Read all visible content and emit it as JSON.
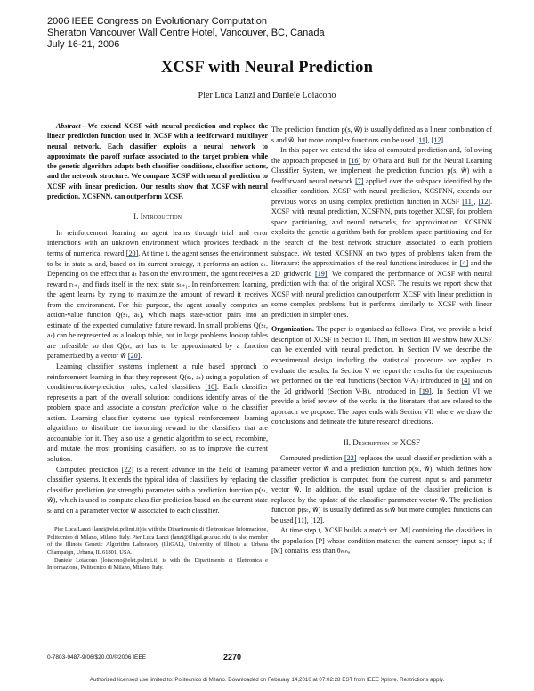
{
  "header": {
    "conference": "2006 IEEE Congress on Evolutionary Computation",
    "venue": "Sheraton Vancouver Wall Centre Hotel, Vancouver, BC, Canada",
    "dates": "July 16-21, 2006"
  },
  "paper": {
    "title": "XCSF with Neural Prediction",
    "authors": "Pier Luca Lanzi and Daniele Loiacono"
  },
  "abstract": {
    "label": "Abstract",
    "text": "—We extend XCSF with neural prediction and replace the linear prediction function used in XCSF with a feedforward multilayer neural network. Each classifier exploits a neural network to approximate the payoff surface associated to the target problem while the genetic algorithm adapts both classifier conditions, classifier actions, and the network structure. We compare XCSF with neural prediction to XCSF with linear prediction. Our results show that XCSF with neural prediction, XCSFNN, can outperform XCSF."
  },
  "sections": {
    "intro_heading": "I. Introduction",
    "desc_heading": "II. Description of XCSF"
  },
  "left": {
    "p1a": "In reinforcement learning an agent learns through trial and error interactions with an unknown environment which provides feedback in terms of numerical reward ",
    "p1_cite1": "[20]",
    "p1b": ". At time t, the agent senses the environment to be in state sₜ and, based on its current strategy, it performs an action aₜ. Depending on the effect that aₜ has on the environment, the agent receives a reward rₜ₊₁ and finds itself in the next state sₜ₊₁. In reinforcement learning, the agent learns by trying to maximize the amount of reward it receives from the environment. For this purpose, the agent usually computes an action-value function Q(sₜ, aₜ), which maps state-action pairs into an estimate of the expected cumulative future reward. In small problems Q(sₜ, aₜ) can be represented as a lookup table, but in large problems lookup tables are infeasible so that Q(sₜ, aₜ) has to be approximated by a function parametrized by a vector w⃗ ",
    "p1_cite2": "[20]",
    "p1c": ".",
    "p2a": "Learning classifier systems implement a rule based approach to reinforcement learning in that they represent Q(sₜ, aₜ) using a population of condition-action-prediction rules, called classifiers ",
    "p2_cite": "[10]",
    "p2b": ". Each classifier represents a part of the overall solution: conditions identify areas of the problem space and associate a ",
    "p2_em": "constant prediction",
    "p2c": " value to the classifier action. Learning classifier systems use typical reinforcement learning algorithms to distribute the incoming reward to the classifiers that are accountable for it. They also use a genetic algorithm to select, recombine, and mutate the most promising classifiers, so as to improve the current solution.",
    "p3a": "Computed prediction ",
    "p3_cite": "[22]",
    "p3b": " is a recent advance in the field of learning classifier systems. It extends the typical idea of classifiers by replacing the classifier prediction (or strength) parameter with a prediction function p(sₜ, w⃗), which is used to compute classifier prediction based on the current state sₜ and on a parameter vector w⃗ associated to each classifier.",
    "foot1": "Pier Luca Lanzi (lanzi@elet.polimi.it) is with the Dipartimento di Elettronica e Informazione, Politecnico di Milano, Milano, Italy. Pier Luca Lanzi (lanzi@illigal.ge.uiuc.edu) is also member of the Illinois Genetic Algorithm Laboratory (IlliGAL), University of Illinois at Urbana Champaign, Urbana, IL 61801, USA.",
    "foot2": "Daniele Loiacono (loiacono@elet.polimi.it) is with the Dipartimento di Elettronica e Informazione, Politecnico di Milano, Milano, Italy."
  },
  "right": {
    "p1a": "The prediction function p(s, w⃗) is usually defined as a linear combination of s and w⃗, but more complex functions can be used ",
    "p1_cite1": "[11]",
    "p1_sep": ", ",
    "p1_cite2": "[12]",
    "p1b": ".",
    "p2a": "In this paper we extend the idea of computed prediction and, following the approach proposed in ",
    "p2_cite1": "[16]",
    "p2b": " by O'hara and Bull for the Neural Learning Classifier System, we implement the prediction function p(s, w⃗) with a feedforward neural network ",
    "p2_cite2": "[7]",
    "p2c": " applied over the subspace identified by the classifier condition. XCSF with neural prediction, XCSFNN, extends our previous works on using complex prediction function in XCSF ",
    "p2_cite3": "[11]",
    "p2_sep": ", ",
    "p2_cite4": "[12]",
    "p2d": ". XCSF with neural prediction, XCSFNN, puts together XCSF, for problem space partitioning, and neural networks, for approximation. XCSFNN exploits the genetic algorithm both for problem space partitioning and for the search of the best network structure associated to each problem subspace. We tested XCSFNN on two types of problems taken from the literature: the approximation of the real functions introduced in ",
    "p2_cite5": "[4]",
    "p2e": " and the 2D gridworld ",
    "p2_cite6": "[19]",
    "p2f": ". We compared the performance of XCSF with neural prediction with that of the original XCSF. The results we report show that XCSF with neural prediction can outperform XCSF with linear prediction in some complex problems but it performs similarly to XCSF with linear prediction in simpler ones.",
    "org_label": "Organization.",
    "org_a": " The paper is organized as follows. First, we provide a brief description of XCSF in Section II. Then, in Section III we show how XCSF can be extended with neural prediction. In Section IV we describe the experimental design including the statistical procedure we applied to evaluate the results. In Section V we report the results for the experiments we performed on the real functions (Section V-A) introduced in ",
    "org_cite1": "[4]",
    "org_b": " and on the 2d gridworld (Section V-B), introduced in ",
    "org_cite2": "[19]",
    "org_c": ". In Section VI we provide a brief review of the works in the literature that are related to the approach we propose. The paper ends with Section VII where we draw the conclusions and delineate the future research directions.",
    "d1a": "Computed prediction ",
    "d1_cite": "[22]",
    "d1b": " replaces the usual classifier prediction with a parameter vector w⃗ and a prediction function p(sₜ, w⃗), which defines how classifier prediction is computed from the current input sₜ and parameter vector w⃗. In addition, the usual update of the classifier prediction is replaced by the update of the classifier parameter vector w⃗. The prediction function p(sₜ, w⃗) is usually defined as sₜw⃗ but more complex functions can be used ",
    "d1_cite2": "[11]",
    "d1_sep": ", ",
    "d1_cite3": "[12]",
    "d1c": ".",
    "d2a": "At time step t, XCSF builds a ",
    "d2_em": "match set",
    "d2b": " [M] containing the classifiers in the population [P] whose condition matches the current sensory input sₜ; if [M] contains less than θₘₙₐ"
  },
  "footer": {
    "isbn": "0-7803-9487-9/06/$20.00/©2006 IEEE",
    "page_number": "2270",
    "license": "Authorized licensed use limited to: Politecnico di Milano. Downloaded on February 14,2010 at 07:02:28 EST from IEEE Xplore.  Restrictions apply."
  },
  "colors": {
    "citation_underline": "#3a7bd5",
    "text": "#111111"
  }
}
